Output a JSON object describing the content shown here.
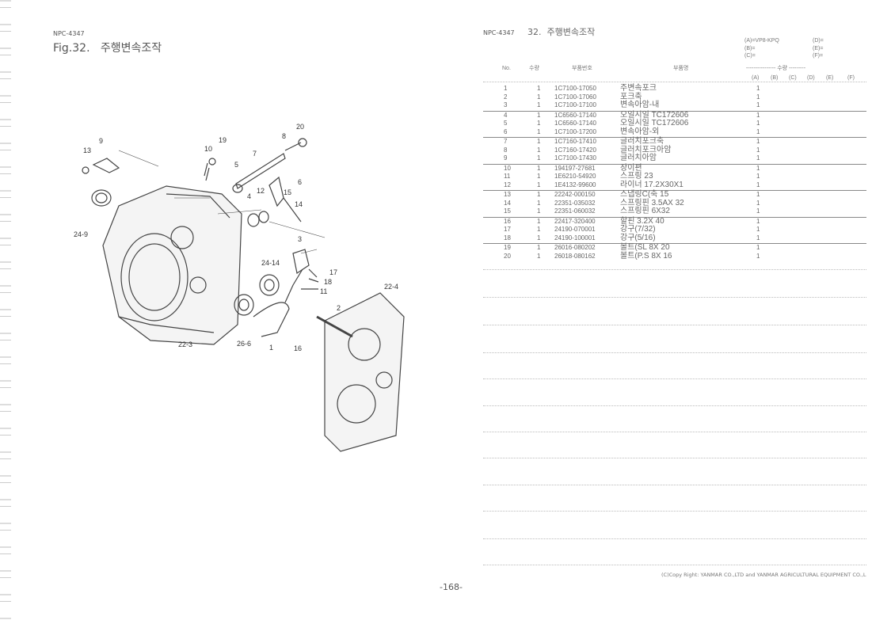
{
  "left": {
    "doc_code": "NPC-4347",
    "fig_title": "Fig.32.",
    "fig_name": "주행변속조작",
    "page": "-168-",
    "callouts": [
      "9",
      "13",
      "10",
      "19",
      "5",
      "7",
      "8",
      "20",
      "6",
      "4",
      "12",
      "15",
      "14",
      "3",
      "17",
      "18",
      "11",
      "2",
      "16",
      "1",
      "24-14",
      "24-9",
      "26-6",
      "22-3",
      "22-4"
    ]
  },
  "right": {
    "doc_code": "NPC-4347",
    "section_no": "32.",
    "section_title": "주행변속조작",
    "models": {
      "A": "(A)=VP8-KPQ",
      "B": "(B)=",
      "C": "(C)=",
      "D": "(D)=",
      "E": "(E)=",
      "F": "(F)="
    },
    "headers": {
      "no": "No.",
      "qty": "수량",
      "part_no": "부품번호",
      "part_name": "부품명",
      "qty_group": "---------------- 수량 ---------",
      "cols": [
        "(A)",
        "(B)",
        "(C)",
        "(D)",
        "(E)",
        "(F)"
      ]
    },
    "rows": [
      [
        "1",
        "1",
        "1C7100-17050",
        "주변속포크",
        "1"
      ],
      [
        "2",
        "1",
        "1C7100-17060",
        "포크축",
        "1"
      ],
      [
        "3",
        "1",
        "1C7100-17100",
        "변속아암-내",
        "1"
      ],
      [
        "4",
        "1",
        "1C6560-17140",
        "오일시일 TC172606",
        "1"
      ],
      [
        "5",
        "1",
        "1C6560-17140",
        "오일시일 TC172606",
        "1"
      ],
      [
        "6",
        "1",
        "1C7100-17200",
        "변속아암-외",
        "1"
      ],
      [
        "7",
        "1",
        "1C7160-17410",
        "글러치포크축",
        "1"
      ],
      [
        "8",
        "1",
        "1C7160-17420",
        "글러치포크아암",
        "1"
      ],
      [
        "9",
        "1",
        "1C7100-17430",
        "글러치아암",
        "1"
      ],
      [
        "10",
        "1",
        "194197-27681",
        "장이편",
        "1"
      ],
      [
        "11",
        "1",
        "1E6210-54920",
        "스프링 23",
        "1"
      ],
      [
        "12",
        "1",
        "1E4132-99600",
        "라이너 17.2X30X1",
        "1"
      ],
      [
        "13",
        "1",
        "22242-000150",
        "스냅링C(축 15",
        "1"
      ],
      [
        "14",
        "1",
        "22351-035032",
        "스프링핀 3.5AX 32",
        "1"
      ],
      [
        "15",
        "1",
        "22351-060032",
        "스프링핀 6X32",
        "1"
      ],
      [
        "16",
        "1",
        "22417-320400",
        "할핀 3.2X 40",
        "1"
      ],
      [
        "17",
        "1",
        "24190-070001",
        "강구(7/32)",
        "1"
      ],
      [
        "18",
        "1",
        "24190-100001",
        "강구(5/16)",
        "1"
      ],
      [
        "19",
        "1",
        "26016-080202",
        "볼트(SL 8X 20",
        "1"
      ],
      [
        "20",
        "1",
        "26018-080162",
        "볼트(P.S 8X 16",
        "1"
      ]
    ],
    "copyright": "(C)Copy Right: YANMAR CO.,LTD and YANMAR AGRICULTURAL EQUIPMENT CO.,L"
  }
}
